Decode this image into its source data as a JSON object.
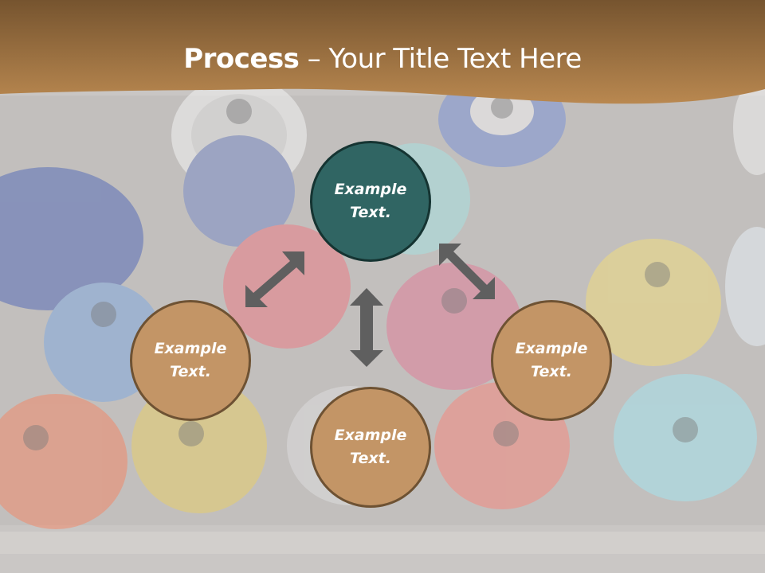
{
  "slide": {
    "title_bold": "Process",
    "title_rest": " – Your Title Text Here",
    "background_image": "spray-paint-cans-photo",
    "colors": {
      "header_top": "#7a5a33",
      "header_bottom": "#b5844e",
      "background_overlay": "#cbc8c6",
      "center_node_fill": "#306563",
      "center_node_border": "#153432",
      "node_fill": "#c39566",
      "node_border": "#6e5233",
      "arrow": "#5f5f5f",
      "text": "#ffffff"
    }
  },
  "diagram": {
    "nodes": [
      {
        "id": "top",
        "label": "Example Text.",
        "style": "teal"
      },
      {
        "id": "left",
        "label": "Example Text.",
        "style": "tan"
      },
      {
        "id": "right",
        "label": "Example Text.",
        "style": "tan"
      },
      {
        "id": "bottom",
        "label": "Example Text.",
        "style": "tan"
      }
    ],
    "arrows": [
      {
        "from": "top",
        "to": "left",
        "type": "double-headed",
        "direction": "diagonal-ne-sw"
      },
      {
        "from": "top",
        "to": "right",
        "type": "double-headed",
        "direction": "diagonal-nw-se"
      },
      {
        "from": "top",
        "to": "bottom",
        "type": "double-headed",
        "direction": "vertical"
      }
    ]
  }
}
